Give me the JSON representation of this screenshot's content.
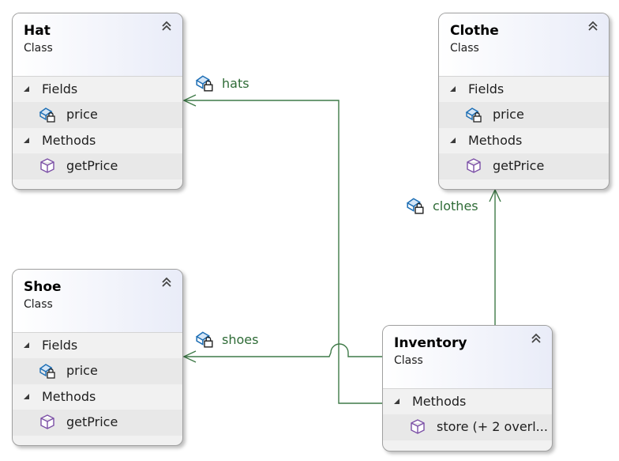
{
  "classes": {
    "hat": {
      "name": "Hat",
      "stereotype": "Class",
      "fields_label": "Fields",
      "field1": "price",
      "methods_label": "Methods",
      "method1": "getPrice"
    },
    "clothe": {
      "name": "Clothe",
      "stereotype": "Class",
      "fields_label": "Fields",
      "field1": "price",
      "methods_label": "Methods",
      "method1": "getPrice"
    },
    "shoe": {
      "name": "Shoe",
      "stereotype": "Class",
      "fields_label": "Fields",
      "field1": "price",
      "methods_label": "Methods",
      "method1": "getPrice"
    },
    "inventory": {
      "name": "Inventory",
      "stereotype": "Class",
      "methods_label": "Methods",
      "method1": "store (+ 2 overl..."
    }
  },
  "associations": {
    "hats": "hats",
    "shoes": "shoes",
    "clothes": "clothes"
  },
  "colors": {
    "connector": "#2e6b36",
    "field_icon": "#1e6fb5",
    "method_icon": "#7b4fa6"
  }
}
